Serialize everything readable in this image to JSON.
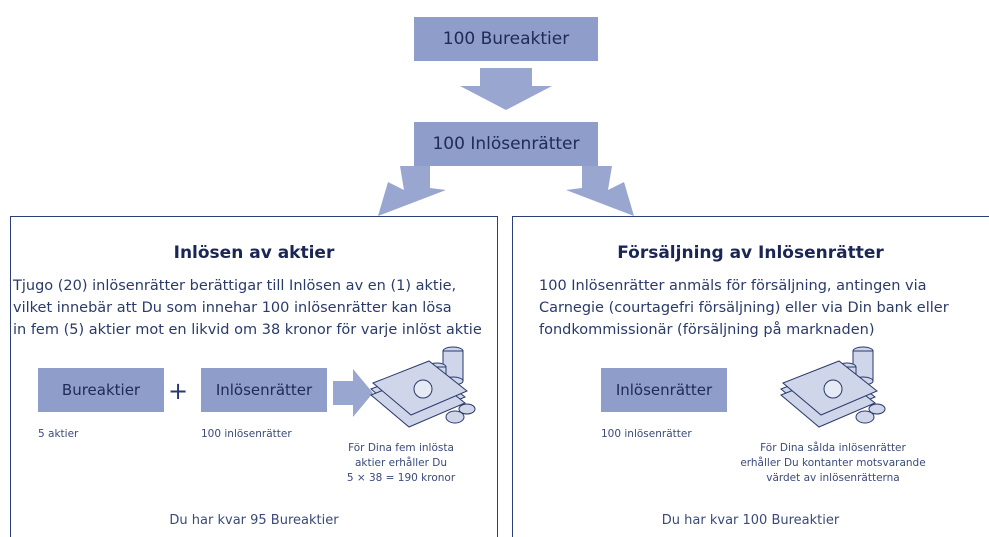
{
  "top_box": "100 Bureaktier",
  "middle_box": "100 Inlösenrätter",
  "left_panel": {
    "title": "Inlösen av aktier",
    "body_lines": [
      "Tjugo (20) inlösenrätter berättigar till Inlösen av en (1) aktie,",
      "vilket innebär att Du som innehar 100 inlösenrätter kan lösa",
      "in fem (5) aktier mot en likvid om 38 kronor för varje inlöst aktie"
    ],
    "box1_label": "Bureaktier",
    "box1_caption": "5 aktier",
    "plus": "+",
    "box2_label": "Inlösenrätter",
    "box2_caption": "100 inlösenrätter",
    "money_caption_lines": [
      "För Dina fem inlösta",
      "aktier erhåller Du",
      "5 × 38 = 190 kronor"
    ],
    "footer": "Du har kvar 95 Bureaktier"
  },
  "right_panel": {
    "title": "Försäljning av Inlösenrätter",
    "body_lines": [
      "100 Inlösenrätter anmäls för försäljning, antingen via",
      "Carnegie (courtagefri försäljning) eller via Din bank eller",
      "fondkommissionär (försäljning på marknaden)"
    ],
    "box_label": "Inlösenrätter",
    "box_caption": "100 inlösenrätter",
    "money_caption_lines": [
      "För Dina sålda inlösenrätter",
      "erhåller Du kontanter motsvarande",
      "värdet av inlösenrätterna"
    ],
    "footer": "Du har kvar 100 Bureaktier"
  },
  "colors": {
    "box_fill": "#8e9dc9",
    "arrow_fill": "#98a6d0",
    "border": "#2d3f78",
    "text": "#2a3a6b"
  },
  "icons": [
    "money-pile-icon"
  ]
}
